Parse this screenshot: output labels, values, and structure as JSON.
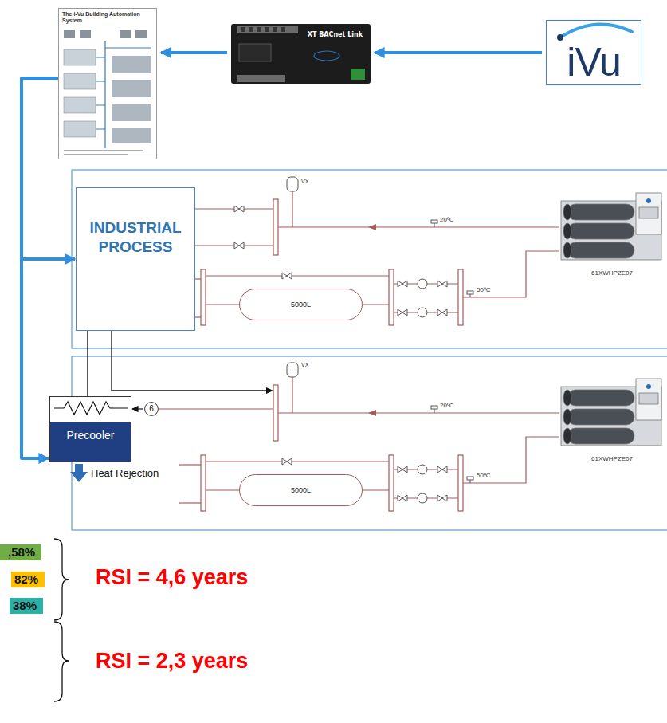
{
  "diagram": {
    "nodes": [
      {
        "text": [
          "The i-Vu Building Automation System"
        ]
      },
      {
        "text": [
          "XT BACnet Link"
        ]
      },
      {
        "text": [
          "iVu"
        ]
      },
      {
        "text": [
          "INDUSTRIAL PROCESS"
        ]
      },
      {
        "text": [
          "5000L"
        ]
      },
      {
        "text": [
          "61XWHPZE07"
        ]
      },
      {
        "text": [
          "Precooler"
        ]
      },
      {
        "text": [
          "6"
        ]
      },
      {
        "text": [
          "5000L"
        ]
      },
      {
        "text": [
          "61XWHPZE07"
        ]
      }
    ],
    "edges": [
      {
        "from": 2,
        "to": 1,
        "arrow": "to"
      },
      {
        "from": 1,
        "to": 0,
        "arrow": "to"
      },
      {
        "from": 0,
        "to": 3,
        "arrow": "to"
      },
      {
        "from": 0,
        "to": 6,
        "arrow": "to"
      },
      {
        "from": 3,
        "to": 6,
        "arrow": "none"
      },
      {
        "from": 7,
        "to": 6,
        "arrow": "to"
      }
    ],
    "labels": [
      "VX",
      "20ºC",
      "50ºC",
      "VX",
      "20ºC",
      "50ºC",
      "Heat Rejection",
      ",58%",
      "82%",
      "38%",
      "RSI = 4,6 years",
      "RSI = 2,3 years"
    ]
  }
}
